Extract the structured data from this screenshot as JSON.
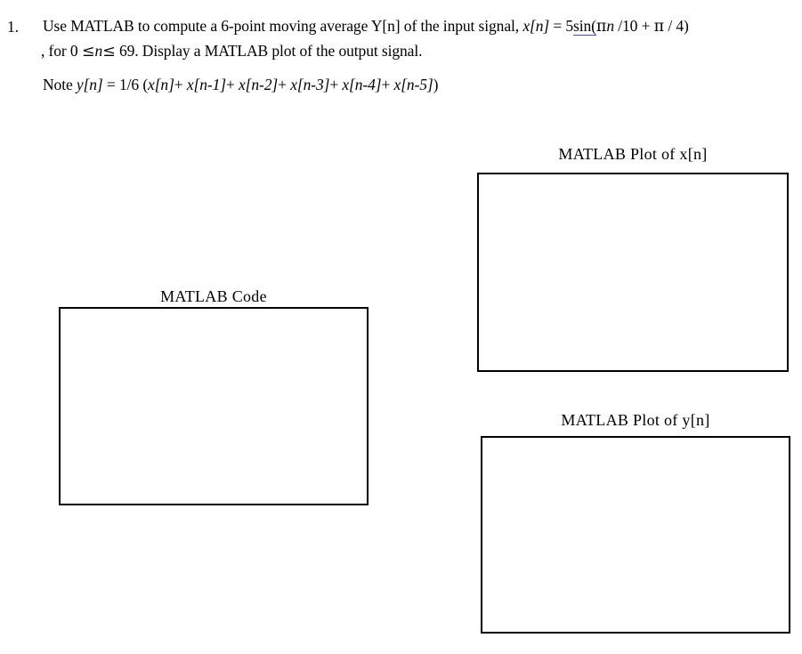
{
  "document": {
    "background_color": "#ffffff",
    "text_color": "#000000",
    "spellcheck_underline_color": "#2f54c8"
  },
  "question": {
    "number": "1.",
    "line_1": {
      "before_formula": "Use MATLAB to compute a 6-point moving average Y[n] of the input signal, ",
      "formula_var": "x[n]",
      "equals": " = 5",
      "misspelled_word": "sin",
      "formula_tail_open": "(",
      "formula_arg_pi": "π",
      "formula_arg_n": "n",
      "formula_arg_rest": " /10 + ",
      "formula_pi_2": "π",
      "formula_end": " / 4)"
    },
    "line_2": {
      "part_1": ", for 0  ",
      "leq_1": "≤",
      "var_n": "n",
      "leq_2": "≤",
      "part_2": " 69. Display a MATLAB plot of the output signal."
    },
    "line_3": {
      "note": "Note ",
      "lhs": "y[n]",
      "eq": " = 1/6 (",
      "t1": "x[n]",
      "p1": "+ ",
      "t2": "x[n-1]",
      "p2": "+ ",
      "t3": "x[n-2]",
      "p3": "+ ",
      "t4": "x[n-3]",
      "p4": "+ ",
      "t5": "x[n-4]",
      "p5": "+ ",
      "t6": "x[n-5]",
      "close": ")"
    }
  },
  "sections": {
    "code": {
      "label": "MATLAB Code",
      "answer_value": ""
    },
    "plot_x": {
      "label": "MATLAB Plot of x[n]",
      "answer_value": ""
    },
    "plot_y": {
      "label": "MATLAB Plot of y[n]",
      "answer_value": ""
    }
  }
}
